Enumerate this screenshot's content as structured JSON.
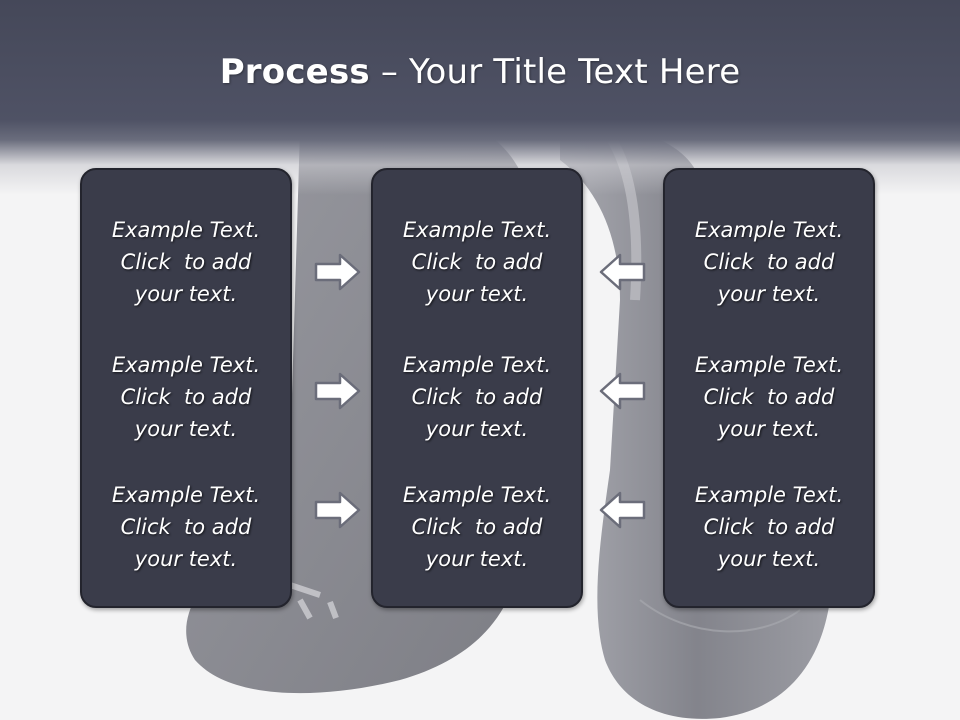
{
  "slide": {
    "title_bold": "Process",
    "title_rest": " – Your Title Text Here"
  },
  "columns": [
    {
      "cells": [
        {
          "lines": [
            "Example Text.",
            "Click  to add",
            "your text."
          ]
        },
        {
          "lines": [
            "Example Text.",
            "Click  to add",
            "your text."
          ]
        },
        {
          "lines": [
            "Example Text.",
            "Click  to add",
            "your text."
          ]
        }
      ]
    },
    {
      "cells": [
        {
          "lines": [
            "Example Text.",
            "Click  to add",
            "your text."
          ]
        },
        {
          "lines": [
            "Example Text.",
            "Click  to add",
            "your text."
          ]
        },
        {
          "lines": [
            "Example Text.",
            "Click  to add",
            "your text."
          ]
        }
      ]
    },
    {
      "cells": [
        {
          "lines": [
            "Example Text.",
            "Click  to add",
            "your text."
          ]
        },
        {
          "lines": [
            "Example Text.",
            "Click  to add",
            "your text."
          ]
        },
        {
          "lines": [
            "Example Text.",
            "Click  to add",
            "your text."
          ]
        }
      ]
    }
  ],
  "arrows": {
    "left_group_direction": "right",
    "right_group_direction": "left",
    "outline_color": "#6b6d7a",
    "fill_color": "#ffffff"
  },
  "colors": {
    "header": "#4b4e60",
    "box_fill": "#3a3c4a",
    "box_border": "#23242d",
    "text": "#ffffff"
  }
}
